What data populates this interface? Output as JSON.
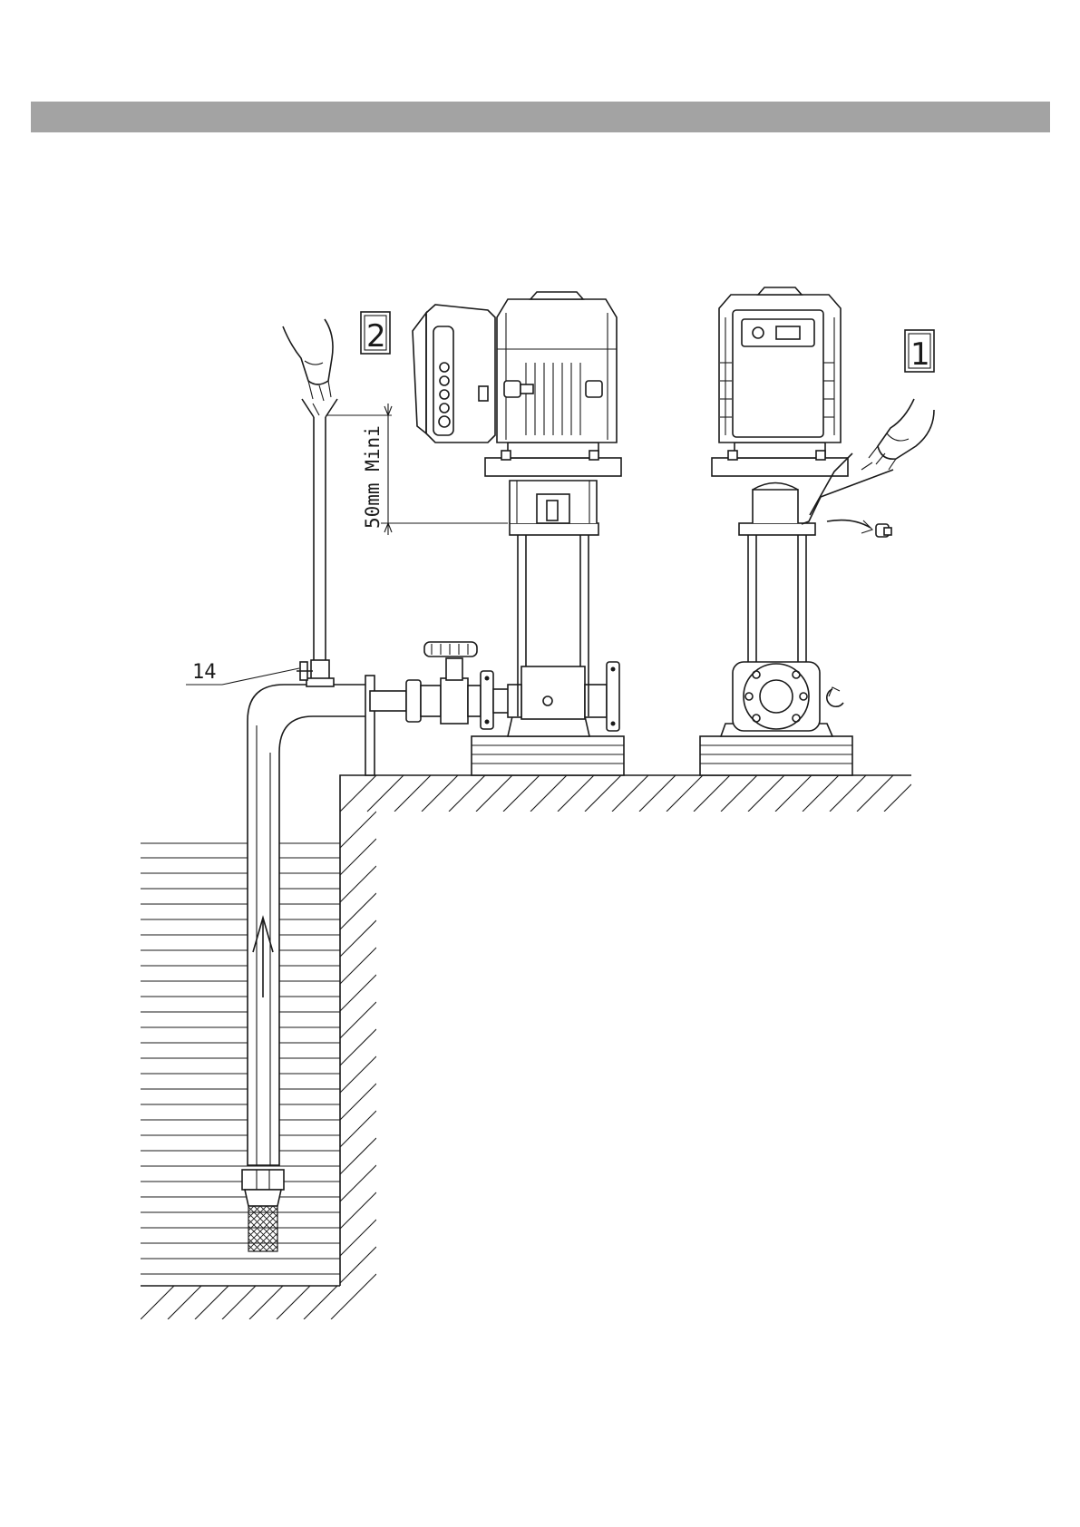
{
  "header": {
    "bar_color": "#a3a3a3"
  },
  "figure": {
    "step_left": "2",
    "step_right": "1",
    "dimension_label": "50mm Mini",
    "part_callout": "14"
  }
}
